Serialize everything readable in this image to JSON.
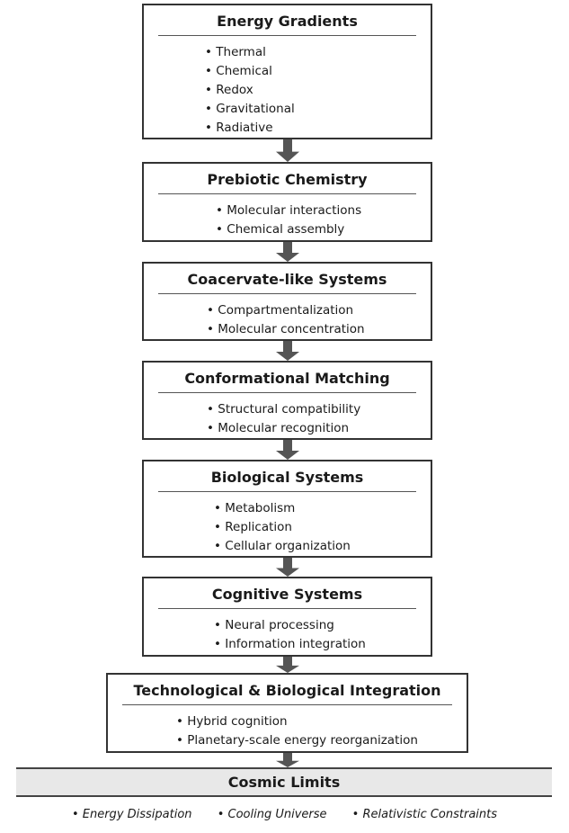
{
  "stages": [
    {
      "title": "Energy Gradients",
      "items": [
        "Thermal",
        "Chemical",
        "Redox",
        "Gravitational",
        "Radiative"
      ]
    },
    {
      "title": "Prebiotic Chemistry",
      "items": [
        "Molecular interactions",
        "Chemical assembly"
      ]
    },
    {
      "title": "Coacervate-like Systems",
      "items": [
        "Compartmentalization",
        "Molecular concentration"
      ]
    },
    {
      "title": "Conformational Matching",
      "items": [
        "Structural compatibility",
        "Molecular recognition"
      ]
    },
    {
      "title": "Biological Systems",
      "items": [
        "Metabolism",
        "Replication",
        "Cellular organization"
      ]
    },
    {
      "title": "Cognitive Systems",
      "items": [
        "Neural processing",
        "Information integration"
      ]
    },
    {
      "title": "Technological & Biological Integration",
      "items": [
        "Hybrid cognition",
        "Planetary-scale energy reorganization"
      ]
    }
  ],
  "final": {
    "title": "Cosmic Limits",
    "items": [
      "Energy Dissipation",
      "Cooling Universe",
      "Relativistic Constraints"
    ]
  },
  "colors": {
    "arrow": "#555555",
    "band": "#e8e8e8"
  }
}
